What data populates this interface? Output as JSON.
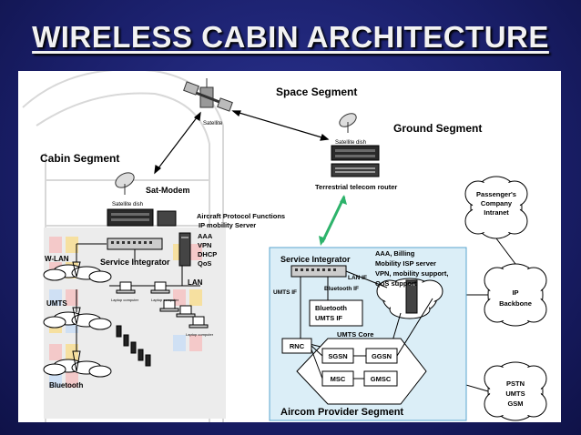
{
  "title": "WIRELESS CABIN ARCHITECTURE",
  "labels": {
    "space_segment": "Space Segment",
    "ground_segment": "Ground Segment",
    "cabin_segment": "Cabin Segment",
    "satellite": "Satellite",
    "satellite_dish_ground": "Satellite dish",
    "terrestrial_router": "Terrestrial telecom router",
    "sat_modem": "Sat-Modem",
    "satellite_dish_cabin": "Satellite dish",
    "aircraft_protocol": "Aircraft Protocol Functions",
    "ip_mobility": "IP mobility Server",
    "cabin_services": [
      "AAA",
      "VPN",
      "DHCP",
      "QoS"
    ],
    "service_integrator_cabin": "Service Integrator",
    "lan": "LAN",
    "wlan": "W-LAN",
    "umts_cabin": "UMTS",
    "bluetooth_cabin": "Bluetooth",
    "laptop": "Laptop computer",
    "passenger_intranet": [
      "Passenger's",
      "Company",
      "Intranet"
    ],
    "ip_backbone": [
      "IP",
      "Backbone"
    ],
    "pstn": [
      "PSTN",
      "UMTS",
      "GSM"
    ],
    "provider_functions": [
      "AAA, Billing",
      "Mobility ISP server",
      "VPN, mobility support,",
      "QoS support"
    ],
    "service_integrator_ground": "Service Integrator",
    "lan_if": "LAN IF",
    "umts_if": "UMTS IF",
    "bluetooth_if": "Bluetooth IF",
    "bluetooth_umts_if": [
      "Bluetooth",
      "UMTS IF"
    ],
    "umts_core": "UMTS Core",
    "rnc": "RNC",
    "sgsn": "SGSN",
    "ggsn": "GGSN",
    "msc": "MSC",
    "gmsc": "GMSC",
    "aircom_provider": "Aircom Provider Segment"
  }
}
